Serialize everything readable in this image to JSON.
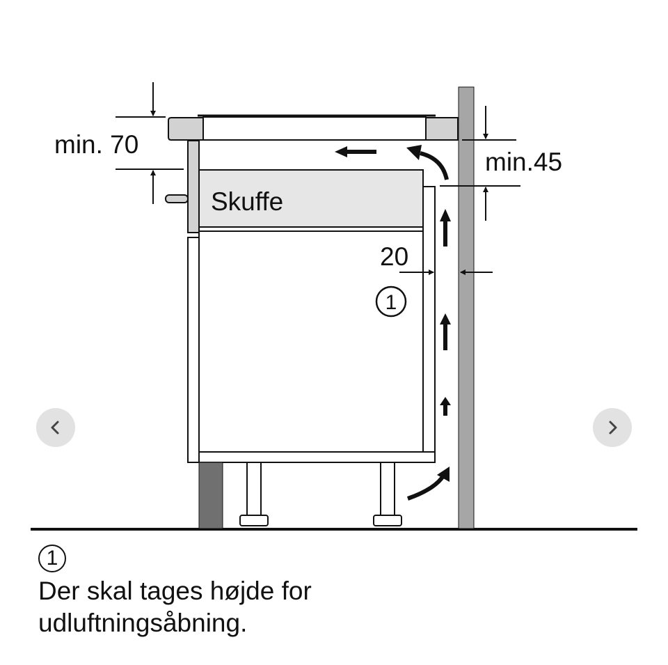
{
  "diagram": {
    "labels": {
      "min70": "min. 70",
      "min45": "min.45",
      "gap20": "20",
      "drawer": "Skuffe",
      "marker": "1"
    },
    "colors": {
      "line": "#111111",
      "wall": "#a6a6a6",
      "worktop": "#d2d2d2",
      "drawer_fill": "#e6e6e6",
      "plinth": "#707070"
    }
  },
  "caption": {
    "marker": "1",
    "line1": "Der skal tages højde for",
    "line2": "udluftningsåbning."
  },
  "navigation": {
    "prev_icon": "chevron-left-icon",
    "next_icon": "chevron-right-icon"
  }
}
